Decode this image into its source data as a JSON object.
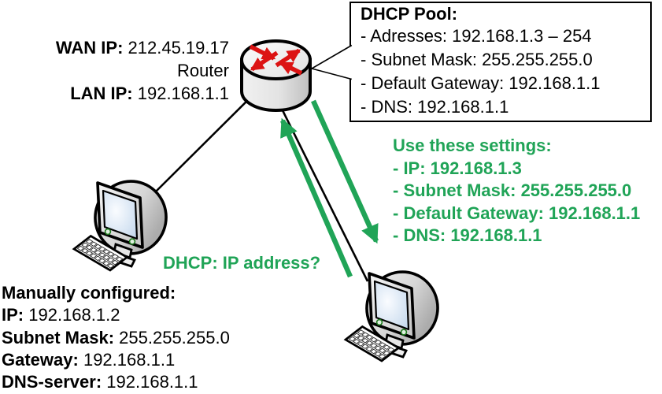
{
  "colors": {
    "arrow_green": "#20A457",
    "router_red": "#DC1313",
    "outline_black": "#000000"
  },
  "router": {
    "name": "Router"
  },
  "wan": {
    "label": "WAN IP:",
    "value": "212.45.19.17"
  },
  "lan": {
    "label": "LAN IP:",
    "value": "192.168.1.1"
  },
  "dhcp_pool": {
    "title": "DHCP Pool:",
    "items": [
      "- Adresses: 192.168.1.3 – 254",
      "- Subnet Mask: 255.255.255.0",
      "- Default Gateway: 192.168.1.1",
      "- DNS: 192.168.1.1"
    ]
  },
  "dhcp_offer": {
    "title": "Use these settings:",
    "items": [
      "- IP: 192.168.1.3",
      "- Subnet Mask: 255.255.255.0",
      "- Default Gateway: 192.168.1.1",
      "- DNS: 192.168.1.1"
    ]
  },
  "dhcp_request": {
    "label": "DHCP: IP address?"
  },
  "manual": {
    "title": "Manually configured:",
    "items": [
      {
        "label": "IP:",
        "value": "192.168.1.2"
      },
      {
        "label": "Subnet Mask:",
        "value": "255.255.255.0"
      },
      {
        "label": "Gateway:",
        "value": "192.168.1.1"
      },
      {
        "label": "DNS-server:",
        "value": "192.168.1.1"
      }
    ]
  }
}
